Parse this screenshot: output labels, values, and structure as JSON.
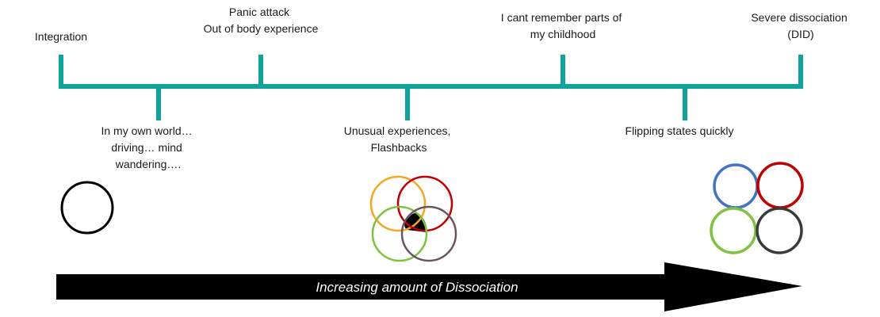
{
  "timeline": {
    "line_color": "#0fa39a",
    "events_above": [
      {
        "id": "integration",
        "lines": [
          "Integration"
        ]
      },
      {
        "id": "panic-attack",
        "lines": [
          "Panic attack",
          "Out of body experience"
        ]
      },
      {
        "id": "cant-remember",
        "lines": [
          "I cant remember parts of",
          "my childhood"
        ]
      },
      {
        "id": "severe-dissociation",
        "lines": [
          "Severe dissociation",
          "(DID)"
        ]
      }
    ],
    "events_below": [
      {
        "id": "own-world",
        "lines": [
          "In my own world…",
          "driving… mind",
          "wandering…."
        ]
      },
      {
        "id": "unusual-experiences",
        "lines": [
          "Unusual experiences,",
          "Flashbacks"
        ]
      },
      {
        "id": "flipping-states",
        "lines": [
          "Flipping states quickly"
        ]
      }
    ]
  },
  "illustrations": {
    "single_circle": {
      "color": "#000000"
    },
    "overlapping_circles": {
      "colors": [
        "#f5a623",
        "#c00000",
        "#7dc242",
        "#6b5460"
      ],
      "center_fill": "#000000"
    },
    "separate_circles": {
      "colors": [
        "#4472c4",
        "#c00000",
        "#7dc242",
        "#3a3a3a"
      ]
    }
  },
  "arrow": {
    "label": "Increasing amount of Dissociation",
    "color": "#000000",
    "text_color": "#ffffff"
  }
}
